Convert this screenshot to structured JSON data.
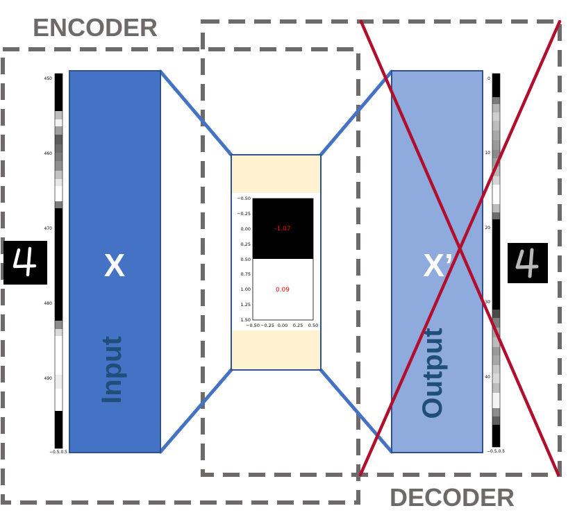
{
  "labels": {
    "encoder": "ENCODER",
    "decoder": "DECODER",
    "input_symbol": "X",
    "output_symbol": "X’",
    "input_text": "Input",
    "output_text": "Output"
  },
  "input_strip": {
    "ticks": [
      "450",
      "460",
      "470",
      "480",
      "490"
    ],
    "bottom_tick": "−0.5.0.5"
  },
  "output_strip": {
    "ticks": [
      "0",
      "10",
      "20",
      "30",
      "40"
    ],
    "bottom_tick": "−0.5.0.5"
  },
  "latent_plot": {
    "y_ticks": [
      "−0.50",
      "−0.25",
      "0.00",
      "0.25",
      "0.50",
      "0.75",
      "1.00",
      "1.25",
      "1.50"
    ],
    "x_ticks": [
      "−0.50",
      "−0.25",
      "0.00",
      "0.25",
      "0.50"
    ],
    "values": [
      "-1.07",
      "0.09"
    ]
  },
  "colors": {
    "input_block": "#4472c4",
    "output_block": "#8faadc",
    "bottleneck_fill": "#fff2d0",
    "connector": "#4472c4",
    "dashed_box": "#6e6a69",
    "cross": "#b0102e",
    "heading_text": "#6e6a69",
    "block_text_dark": "#1f4e79",
    "latent_value_text": "#ff0000"
  }
}
